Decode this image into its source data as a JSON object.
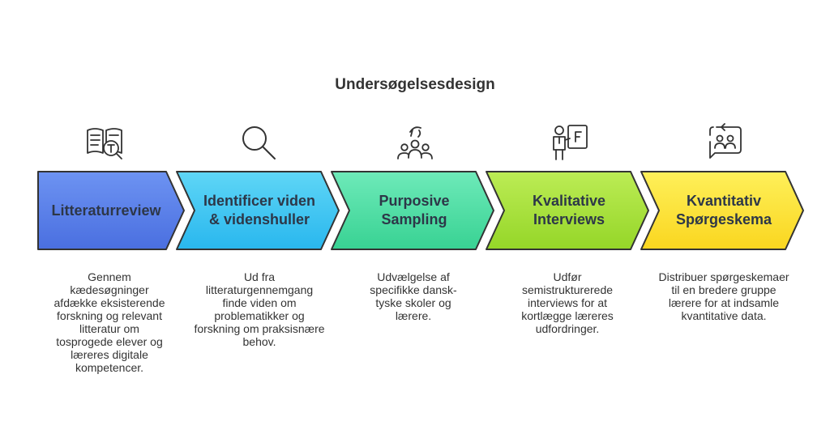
{
  "diagram": {
    "title": "Undersøgelsesdesign",
    "steps": [
      {
        "label": "Litteraturreview",
        "icon": "book-icon",
        "color_top": "#6d93f2",
        "color_bottom": "#4a6fe0",
        "description": "Gennem kædesøgninger afdække eksisterende forskning og relevant litteratur om tosprogede elever og læreres digitale kompetencer."
      },
      {
        "label": "Identificer viden & videnshuller",
        "icon": "magnifier-icon",
        "color_top": "#5fd6f6",
        "color_bottom": "#29b7ee",
        "description": "Ud fra litteraturgennemgang finde viden om problematikker og forskning om praksisnære behov."
      },
      {
        "label": "Purposive Sampling",
        "icon": "group-selection-icon",
        "color_top": "#6eeab9",
        "color_bottom": "#38d293",
        "description": "Udvælgelse af specifikke dansk-tyske skoler og lærere."
      },
      {
        "label": "Kvalitative Interviews",
        "icon": "presenter-icon",
        "color_top": "#bcec55",
        "color_bottom": "#95d628",
        "description": "Udfør semistrukturerede interviews for at kortlægge læreres udfordringer."
      },
      {
        "label": "Kvantitativ Spørgeskema",
        "icon": "survey-icon",
        "color_top": "#fef05a",
        "color_bottom": "#fad61f",
        "description": "Distribuer spørgeskemaer til en bredere gruppe lærere for at indsamle kvantitative data."
      }
    ],
    "outline_color": "#333333"
  }
}
